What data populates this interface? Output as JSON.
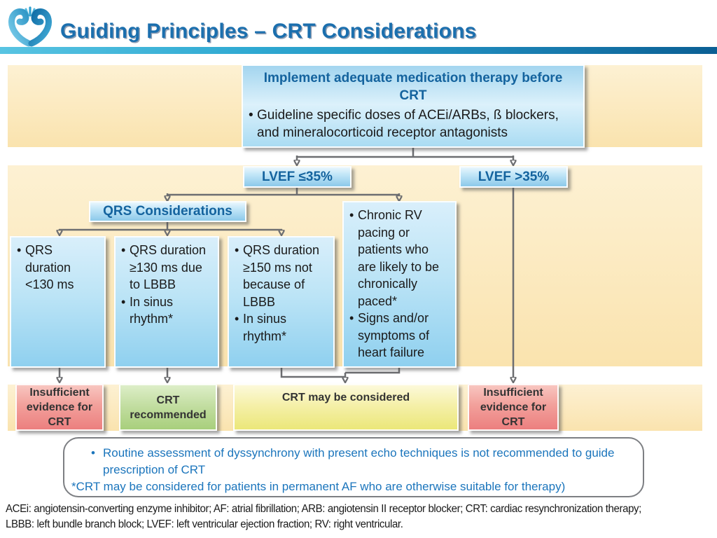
{
  "header": {
    "title": "Guiding Principles – CRT Considerations",
    "logo": "heart-flame-logo"
  },
  "colors": {
    "title-blue": "#1b6fae",
    "box-blue-text": "#14639e",
    "note-blue": "#1b75bc",
    "connector-gray": "#6d6e71",
    "band-cream": "#fbe7b6",
    "outcome-negative": "#ee8181",
    "outcome-positive": "#a8cf7c",
    "outcome-caution": "#ebe779"
  },
  "flow": {
    "top_box": {
      "title": "Implement adequate medication therapy before CRT",
      "bullets": [
        "Guideline specific doses of ACEi/ARBs, ß blockers, and mineralocorticoid receptor antagonists"
      ]
    },
    "lvef_low": "LVEF ≤35%",
    "lvef_high": "LVEF >35%",
    "qrs_header": "QRS Considerations",
    "criteria": [
      {
        "bullets": [
          "QRS duration <130 ms"
        ]
      },
      {
        "bullets": [
          "QRS duration ≥130 ms due to LBBB",
          "In sinus rhythm*"
        ]
      },
      {
        "bullets": [
          "QRS duration ≥150 ms not because of LBBB",
          "In sinus rhythm*"
        ]
      },
      {
        "bullets": [
          "Chronic RV pacing or patients who are likely to be chronically paced*",
          "Signs and/or symptoms of heart failure"
        ]
      }
    ],
    "outcomes": [
      {
        "label": "Insufficient evidence for CRT",
        "status": "negative"
      },
      {
        "label": "CRT recommended",
        "status": "positive"
      },
      {
        "label": "CRT may be considered",
        "status": "caution"
      },
      {
        "label": "Insufficient evidence for CRT",
        "status": "negative"
      }
    ]
  },
  "notes": {
    "bullet": "Routine assessment of dyssynchrony with present echo techniques is not recommended to guide prescription of CRT",
    "asterisk": "*CRT may be considered for patients in permanent AF who are otherwise suitable for therapy)"
  },
  "abbreviations": {
    "line1": "ACEi: angiotensin-converting enzyme inhibitor; AF: atrial fibrillation; ARB: angiotensin II receptor blocker; CRT: cardiac resynchronization therapy;",
    "line2": "LBBB: left bundle branch block; LVEF: left ventricular ejection fraction; RV: right ventricular."
  }
}
